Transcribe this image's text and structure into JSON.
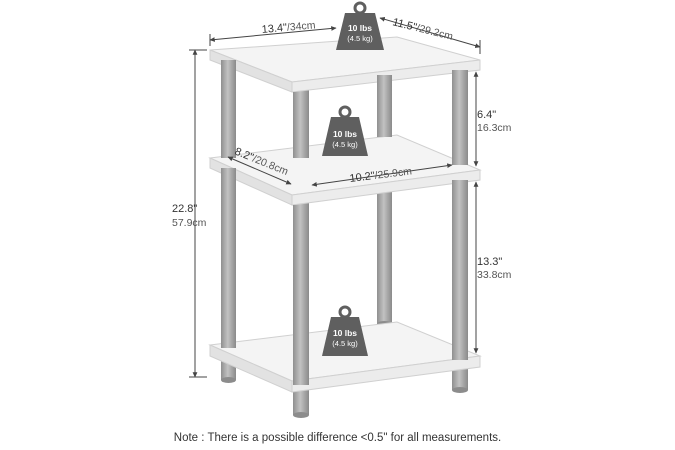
{
  "dimensions": {
    "top_width_in": "13.4\"",
    "top_width_cm": "/34cm",
    "top_depth_in": "11.5\"",
    "top_depth_cm": "/29.2cm",
    "total_height_in": "22.8\"",
    "total_height_cm": "57.9cm",
    "upper_gap_in": "6.4\"",
    "upper_gap_cm": "16.3cm",
    "lower_gap_in": "13.3\"",
    "lower_gap_cm": "33.8cm",
    "inner_depth_in": "8.2\"",
    "inner_depth_cm": "/20.8cm",
    "inner_width_in": "10.2\"",
    "inner_width_cm": "/25.9cm"
  },
  "weights": [
    {
      "lbs": "10 lbs",
      "kg": "(4.5 kg)"
    },
    {
      "lbs": "10 lbs",
      "kg": "(4.5 kg)"
    },
    {
      "lbs": "10 lbs",
      "kg": "(4.5 kg)"
    }
  ],
  "note": "Note : There is a possible difference <0.5\" for all measurements.",
  "colors": {
    "shelf_top": "#f4f4f4",
    "shelf_edge": "#e6e6e6",
    "leg": "#a6a6a6",
    "weight_icon": "#5f5f5f",
    "dimension_line": "#444444"
  }
}
